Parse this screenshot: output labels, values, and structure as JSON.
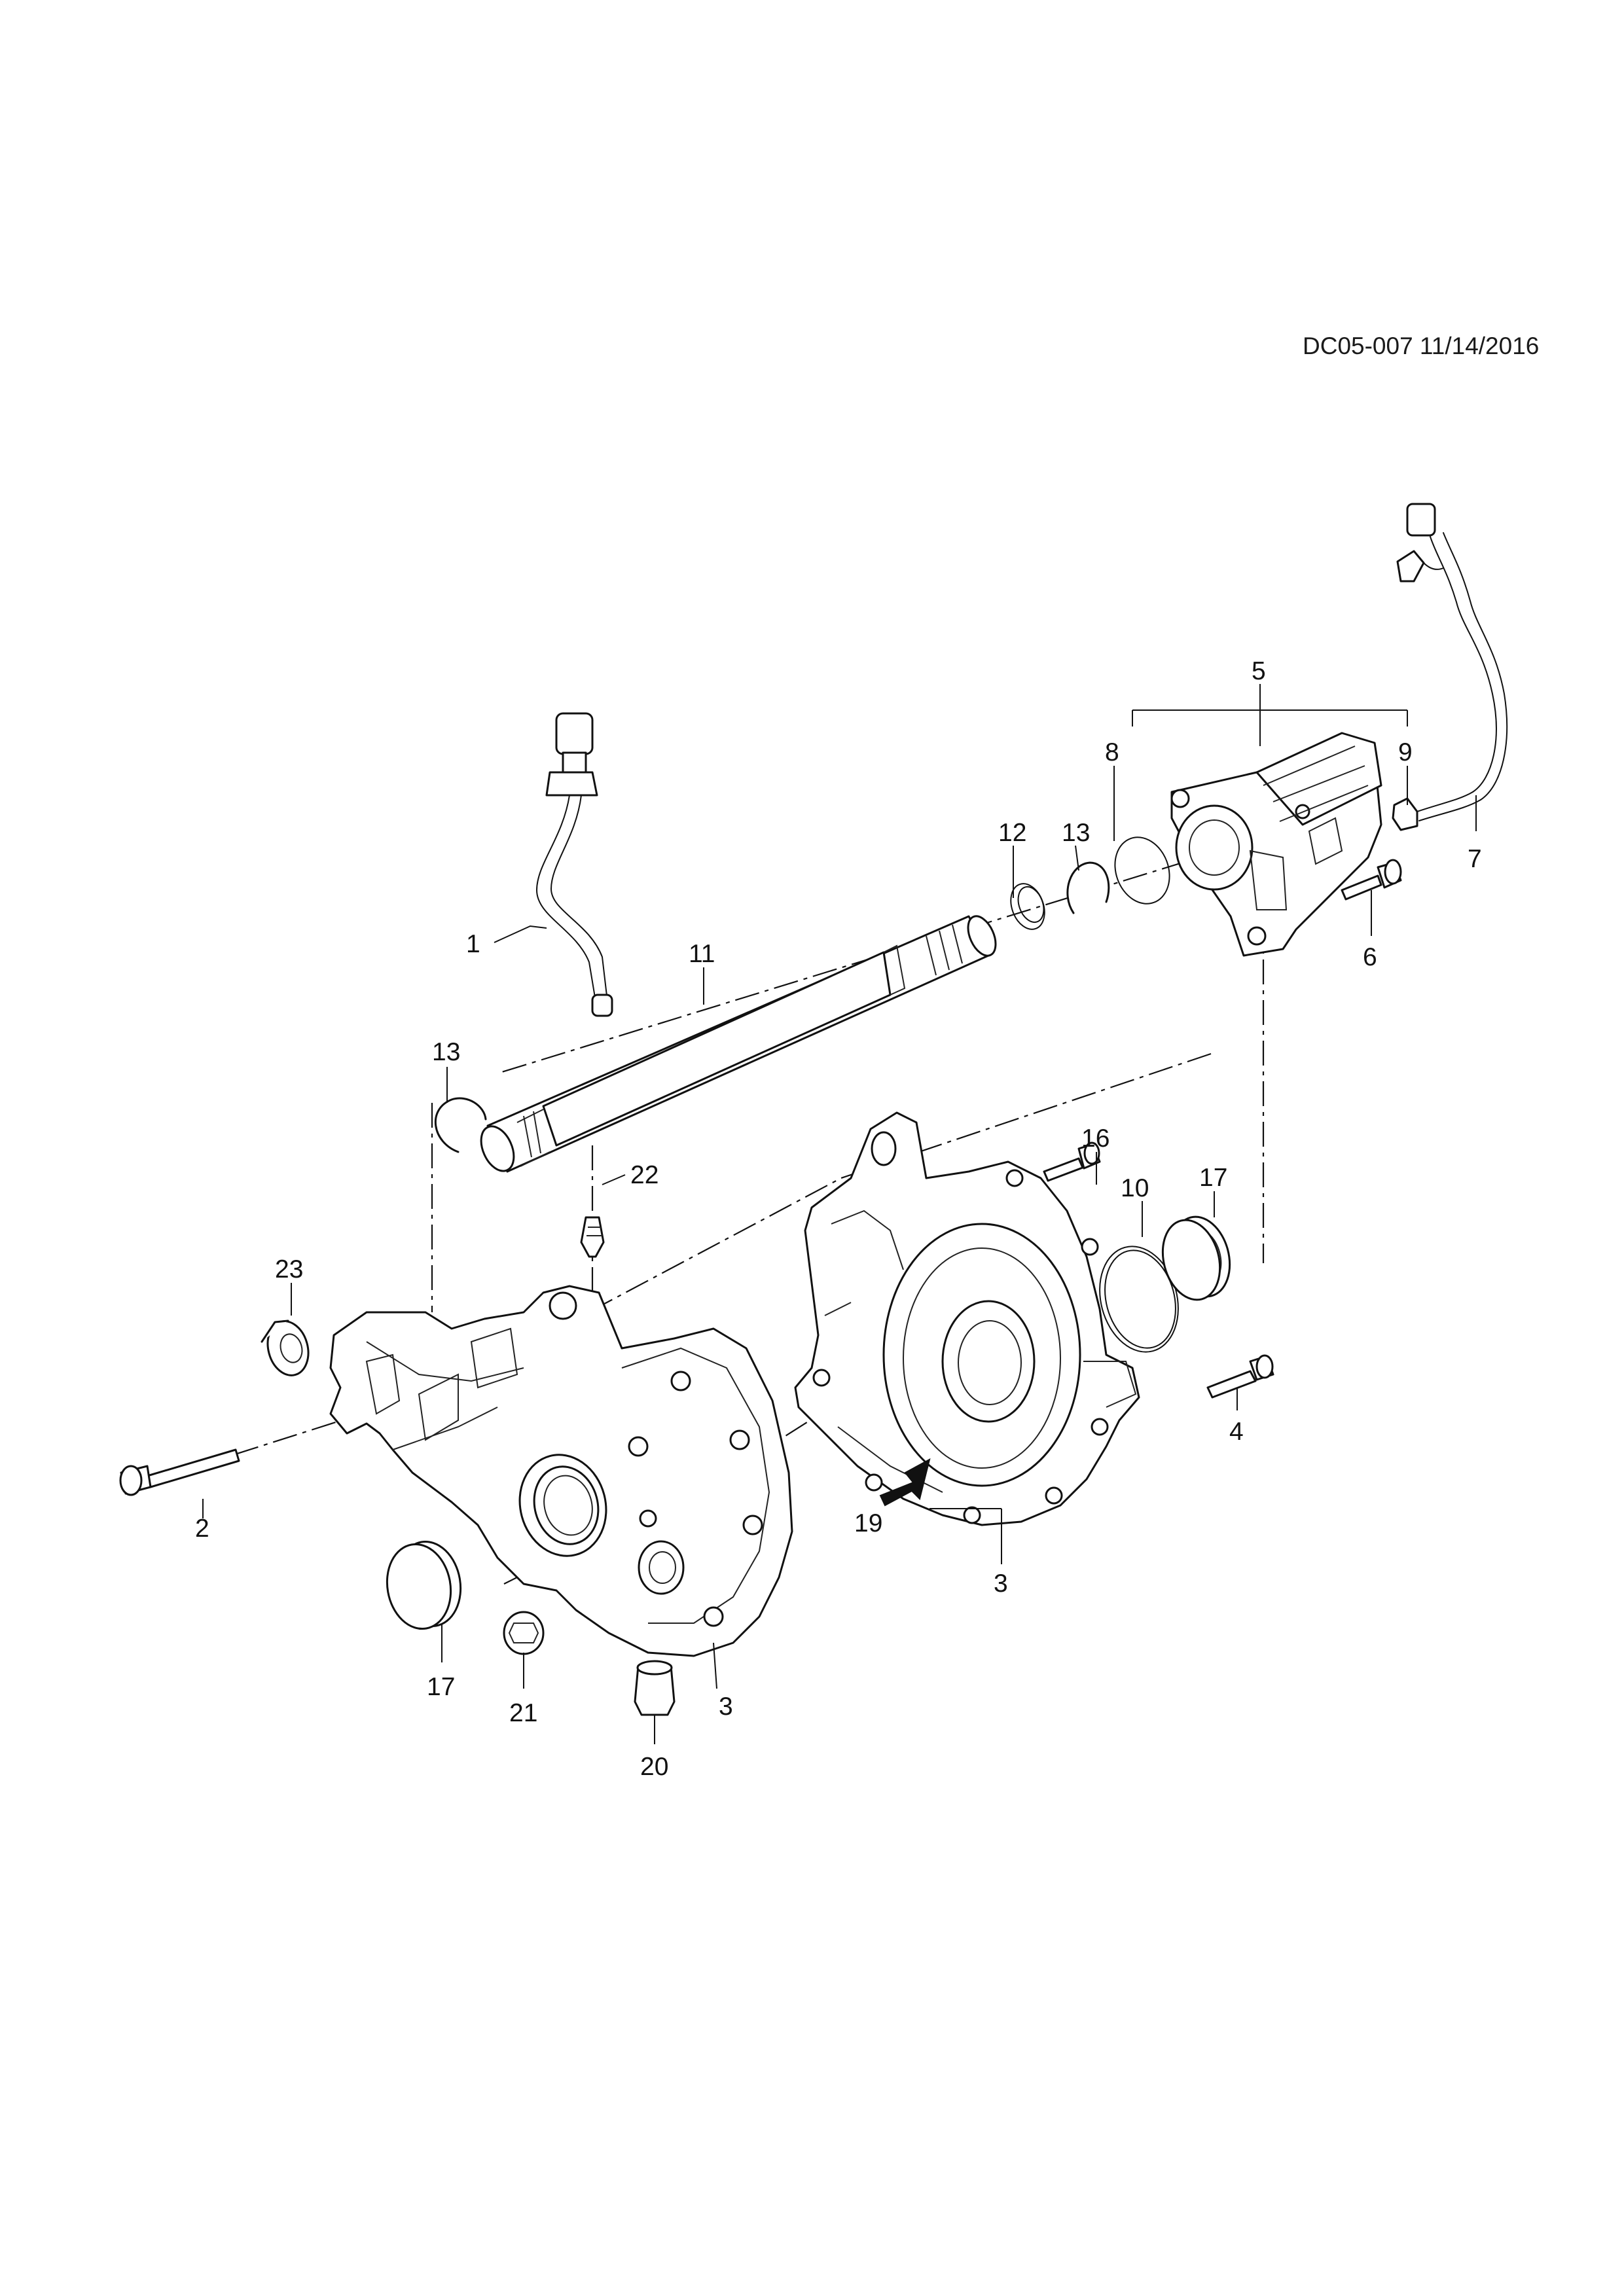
{
  "document": {
    "code": "DC05-007 11/14/2016"
  },
  "callouts": [
    {
      "id": "c1",
      "label": "1"
    },
    {
      "id": "c2",
      "label": "2"
    },
    {
      "id": "c3a",
      "label": "3"
    },
    {
      "id": "c3b",
      "label": "3"
    },
    {
      "id": "c4",
      "label": "4"
    },
    {
      "id": "c5",
      "label": "5"
    },
    {
      "id": "c6",
      "label": "6"
    },
    {
      "id": "c7",
      "label": "7"
    },
    {
      "id": "c8",
      "label": "8"
    },
    {
      "id": "c9",
      "label": "9"
    },
    {
      "id": "c10",
      "label": "10"
    },
    {
      "id": "c11",
      "label": "11"
    },
    {
      "id": "c12",
      "label": "12"
    },
    {
      "id": "c13a",
      "label": "13"
    },
    {
      "id": "c13b",
      "label": "13"
    },
    {
      "id": "c16",
      "label": "16"
    },
    {
      "id": "c17a",
      "label": "17"
    },
    {
      "id": "c17b",
      "label": "17"
    },
    {
      "id": "c19",
      "label": "19"
    },
    {
      "id": "c20",
      "label": "20"
    },
    {
      "id": "c21",
      "label": "21"
    },
    {
      "id": "c22",
      "label": "22"
    },
    {
      "id": "c23",
      "label": "23"
    }
  ]
}
